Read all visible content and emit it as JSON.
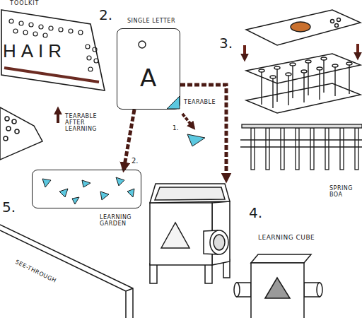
{
  "diagram": {
    "nodes": [
      {
        "text": [
          "TOOLKIT",
          "HAIR"
        ]
      },
      {
        "text": [
          "SINGLE LETTER",
          "A"
        ]
      },
      {
        "text": [
          "LEARNING GARDEN"
        ]
      },
      {
        "text": [
          "LEARNING CUBE"
        ]
      }
    ],
    "edges": [
      {
        "from": 1,
        "to": 2,
        "arrow": "to",
        "label": "2."
      },
      {
        "from": 1,
        "to": 3,
        "arrow": "to"
      }
    ],
    "labels": [
      "TEARABLE AFTER LEARNING",
      "2.",
      "TEARABLE",
      "1.",
      "3.",
      "SPRING BOA",
      "4.",
      "5.",
      "SEE-THROUGH"
    ]
  }
}
